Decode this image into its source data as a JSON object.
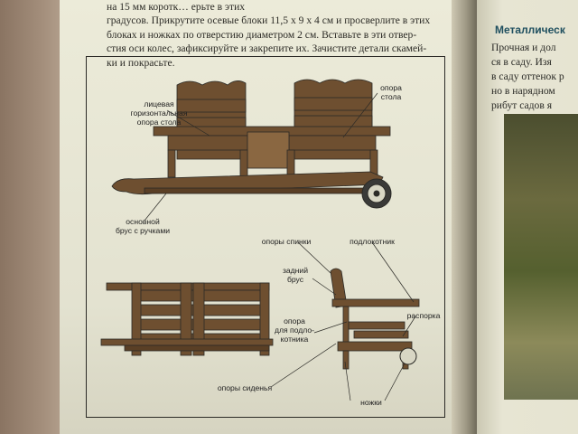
{
  "intro_lines": [
    "на 15 мм коротк…                              ерьте в этих",
    "градусов. Прикрутите осевые блоки 11,5 х 9 х 4 см и просверлите в этих",
    "блоках и ножках по отверстию диаметром 2 см. Вставьте в эти отвер-",
    "стия оси колес, зафиксируйте и закрепите их. Зачистите детали скамей-",
    "ки и покрасьте."
  ],
  "labels": {
    "front_rail": "лицевая\nгоризонтальная\nопора стола",
    "table_support": "опора\nстола",
    "base_rail": "основной\nбрус с ручками",
    "back_supports": "опоры спинки",
    "armrest": "подлокотник",
    "rear_rail": "задний\nбрус",
    "arm_support": "опора\nдля подло-\nкотника",
    "brace": "распорка",
    "seat_supports": "опоры сиденья",
    "legs": "ножки"
  },
  "right_page": {
    "heading": "Металлическ",
    "lines": [
      "Прочная и дол",
      "ся в саду. Изя",
      "в саду оттенок р",
      "но в нарядном",
      "рибут садов я"
    ]
  },
  "colors": {
    "wood": "#6e4f30",
    "wood_light": "#8a6741",
    "line": "#2b2a26"
  }
}
